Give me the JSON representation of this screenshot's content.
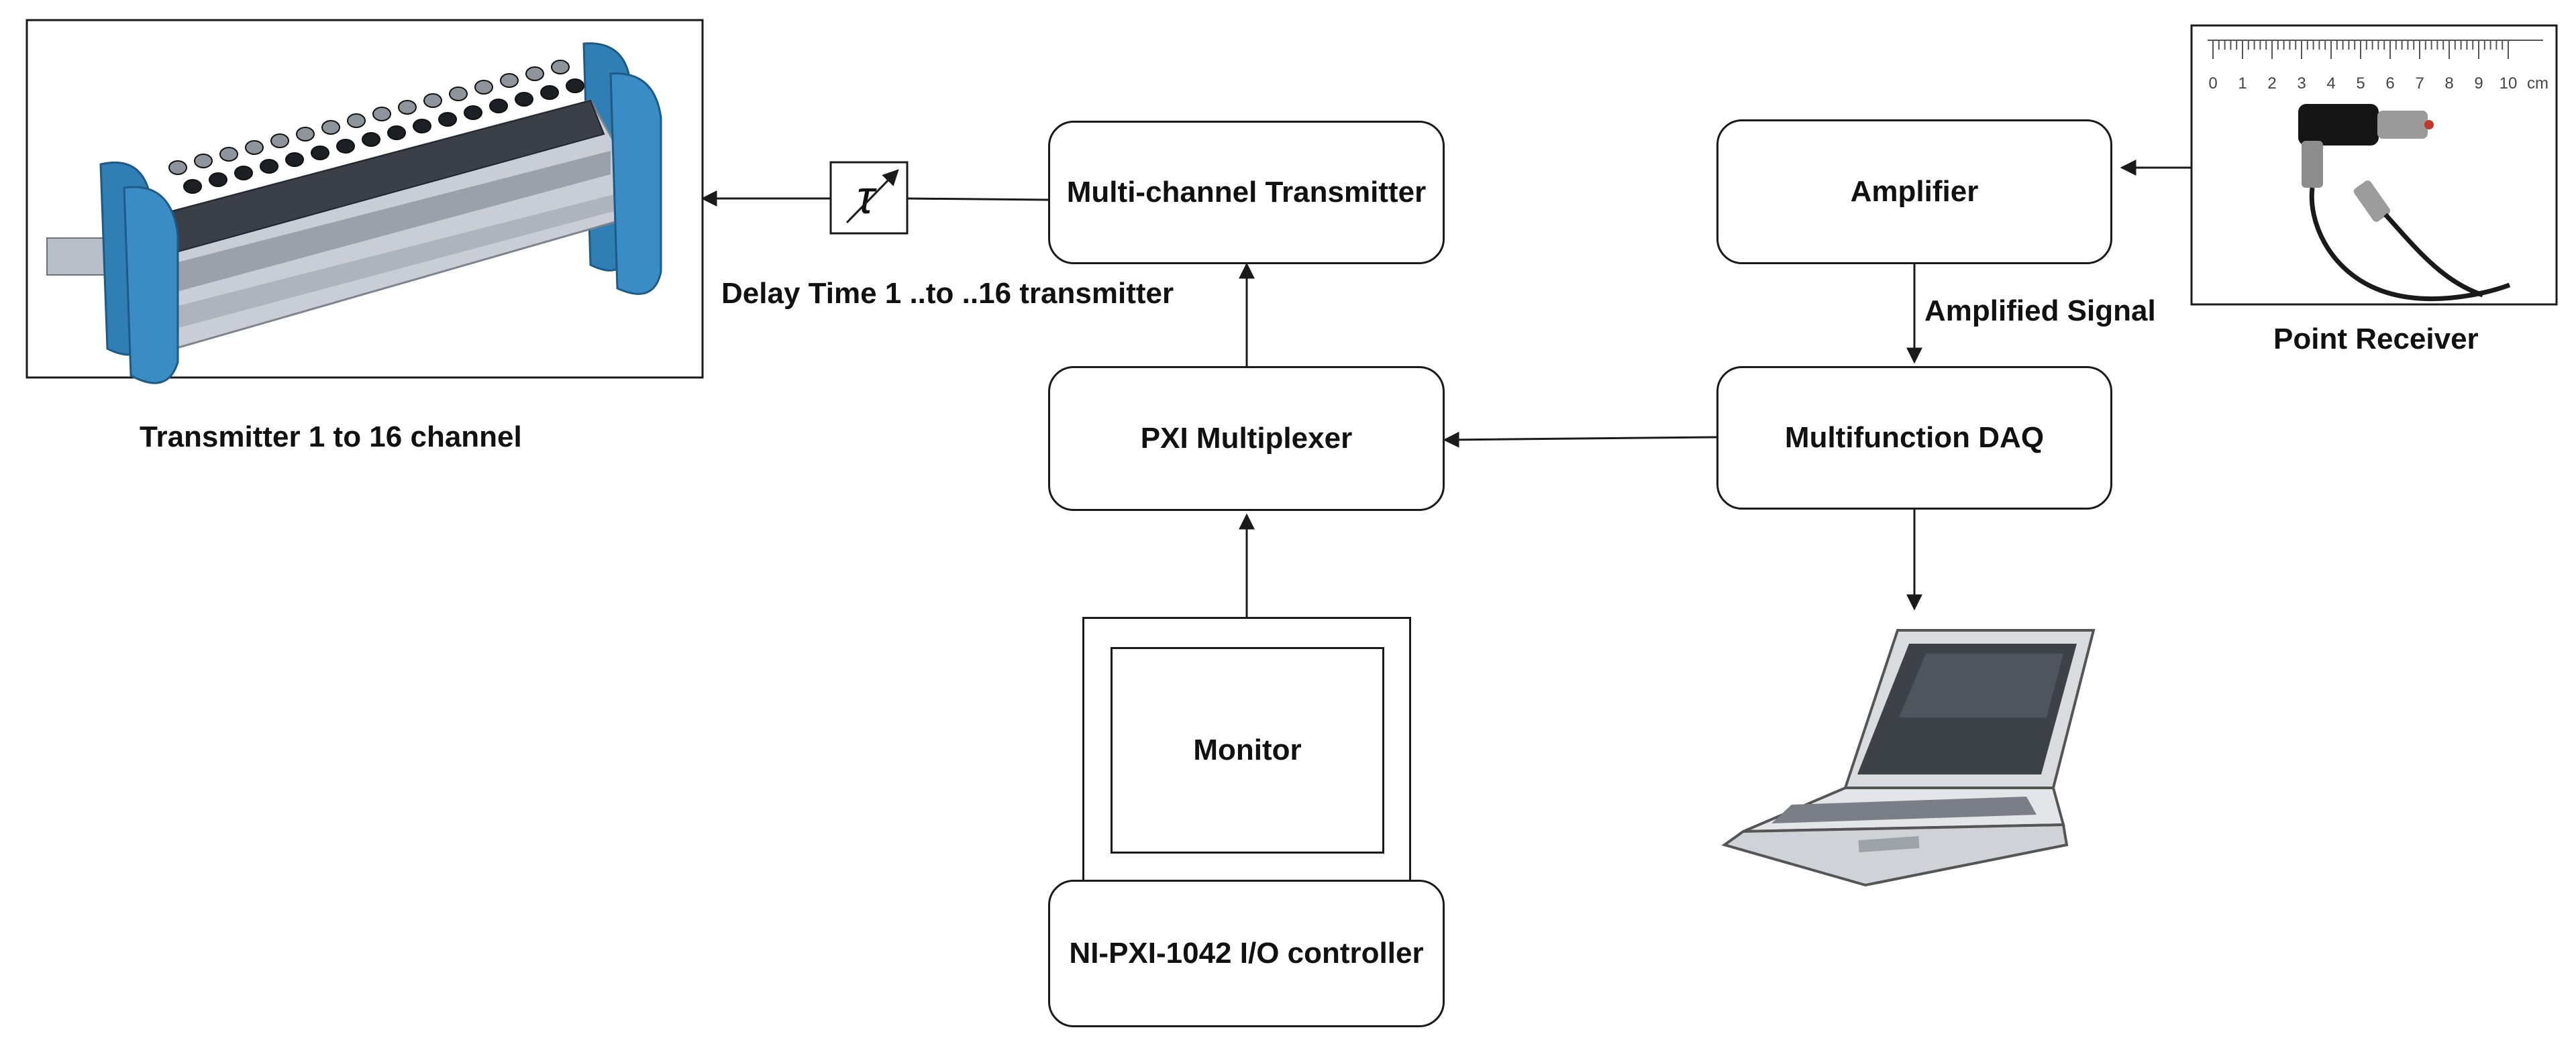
{
  "nodes": {
    "multi_channel_transmitter": "Multi-channel Transmitter",
    "pxi_multiplexer": "PXI Multiplexer",
    "monitor": "Monitor",
    "io_controller": "NI-PXI-1042 I/O controller",
    "amplifier": "Amplifier",
    "multifunction_daq": "Multifunction DAQ"
  },
  "labels": {
    "transmitter_array": "Transmitter 1 to 16 channel",
    "delay_time": "Delay Time 1 ..to ..16 transmitter",
    "amplified_signal": "Amplified Signal",
    "point_receiver": "Point Receiver"
  },
  "ruler": {
    "ticks": [
      "0",
      "1",
      "2",
      "3",
      "4",
      "5",
      "6",
      "7",
      "8",
      "9",
      "10"
    ],
    "unit": "cm"
  },
  "icons": {
    "delay": "delay-tau-icon",
    "computer": "laptop-icon"
  },
  "colors": {
    "transmitter_body": "#c9ced6",
    "transmitter_flange": "#2f7fb5",
    "stroke": "#1a1a1a"
  }
}
